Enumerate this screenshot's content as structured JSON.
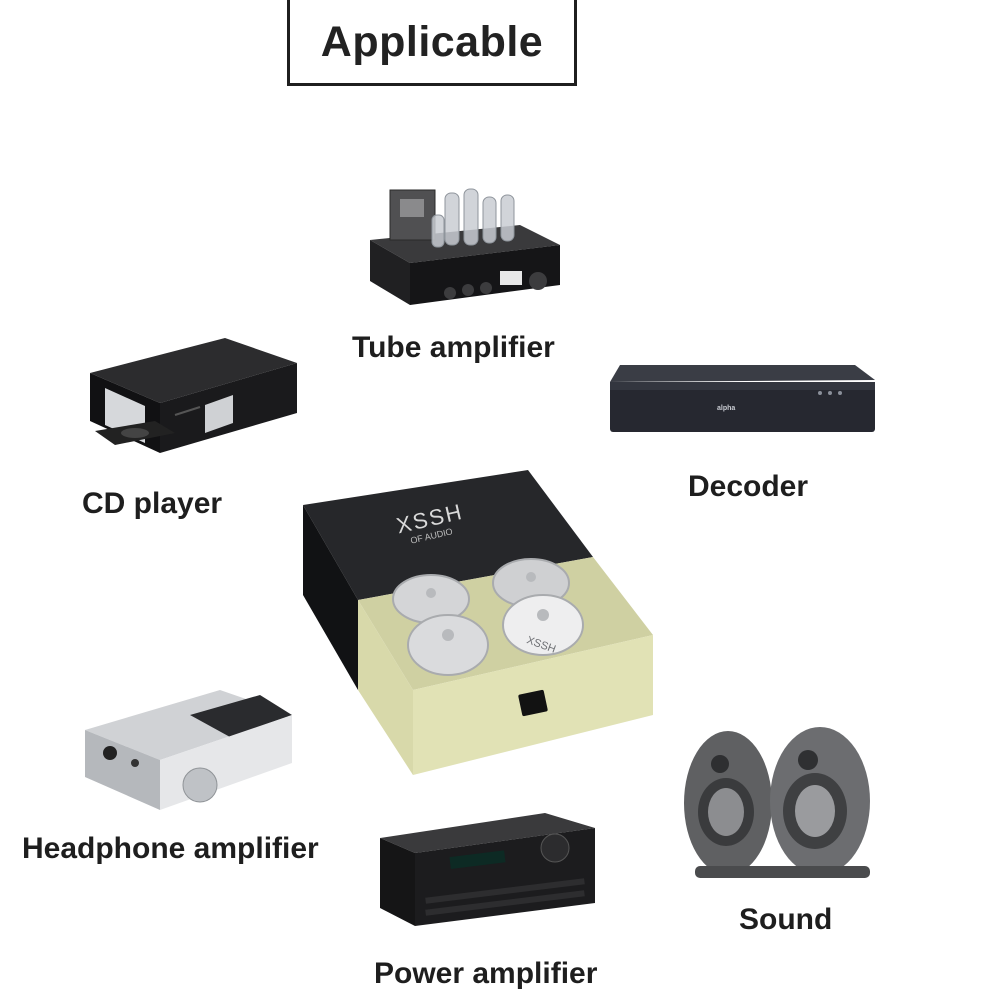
{
  "header": {
    "title": "Applicable"
  },
  "devices": {
    "tube_amplifier": {
      "label": "Tube amplifier"
    },
    "cd_player": {
      "label": "CD player"
    },
    "decoder": {
      "label": "Decoder",
      "brand_text": "alpha"
    },
    "headphone_amplifier": {
      "label": "Headphone amplifier"
    },
    "power_amplifier": {
      "label": "Power amplifier"
    },
    "sound": {
      "label": "Sound"
    }
  },
  "product": {
    "brand": "XSSH",
    "brand_sub": "OF AUDIO",
    "pad_text": "XSSH"
  },
  "colors": {
    "text": "#1e1e1e",
    "box_black": "#1c1d1f",
    "drawer": "#dfe0b3",
    "pad_silver": "#d8d8d8"
  }
}
